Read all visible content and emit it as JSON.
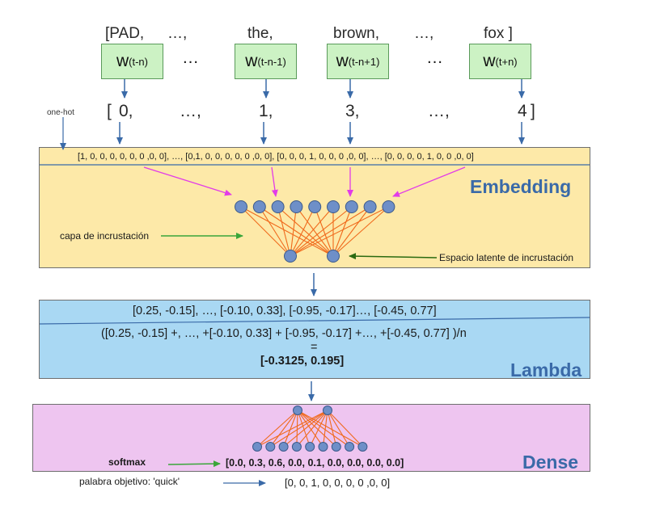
{
  "context_words": [
    "[PAD,",
    "…,",
    "the,",
    "brown,",
    "…,",
    "fox ]"
  ],
  "word_boxes": {
    "b1": {
      "main": "w",
      "sub": "(t-n)"
    },
    "b2": {
      "main": "w",
      "sub": "(t-n-1)"
    },
    "b3": {
      "main": "w",
      "sub": "(t-n+1)"
    },
    "b4": {
      "main": "w",
      "sub": "(t+n)"
    },
    "dots": "…"
  },
  "indices": {
    "open": "[",
    "i0": "0,",
    "d1": "…,",
    "i1": "1,",
    "i2": "3,",
    "d2": "…,",
    "i3": "4",
    "close": "]"
  },
  "one_hot_label": "one-hot",
  "embedding": {
    "input_vector": "[1, 0, 0, 0, 0, 0, 0 ,0, 0], …, [0,1, 0, 0, 0, 0, 0 ,0, 0], [0, 0, 0, 1, 0, 0, 0 ,0, 0], …, [0, 0, 0, 0, 1, 0, 0 ,0, 0]",
    "title": "Embedding",
    "layer_label": "capa de incrustación",
    "latent_label": "Espacio latente de incrustación"
  },
  "lambda": {
    "vectors": "[0.25, -0.15], …, [-0.10, 0.33], [-0.95, -0.17]…, [-0.45, 0.77]",
    "formula": "([0.25, -0.15] +, …, +[-0.10, 0.33] + [-0.95, -0.17] +…, +[-0.45, 0.77] )/n",
    "equals": "=",
    "result": "[-0.3125, 0.195]",
    "title": "Lambda"
  },
  "dense": {
    "title": "Dense",
    "softmax_label": "softmax",
    "output": "[0.0, 0.3, 0.6, 0.0, 0.1, 0.0, 0.0, 0.0, 0.0]",
    "target_label": "palabra objetivo: 'quick'",
    "target_vector": "[0, 0, 1, 0, 0, 0, 0 ,0, 0]"
  },
  "colors": {
    "magenta": "#e23be8",
    "orange": "#f06a1c",
    "node": "#6e8fc8",
    "green": "#3aa63a",
    "darkgreen": "#2a6a10",
    "arrow": "#3a6aa8"
  }
}
